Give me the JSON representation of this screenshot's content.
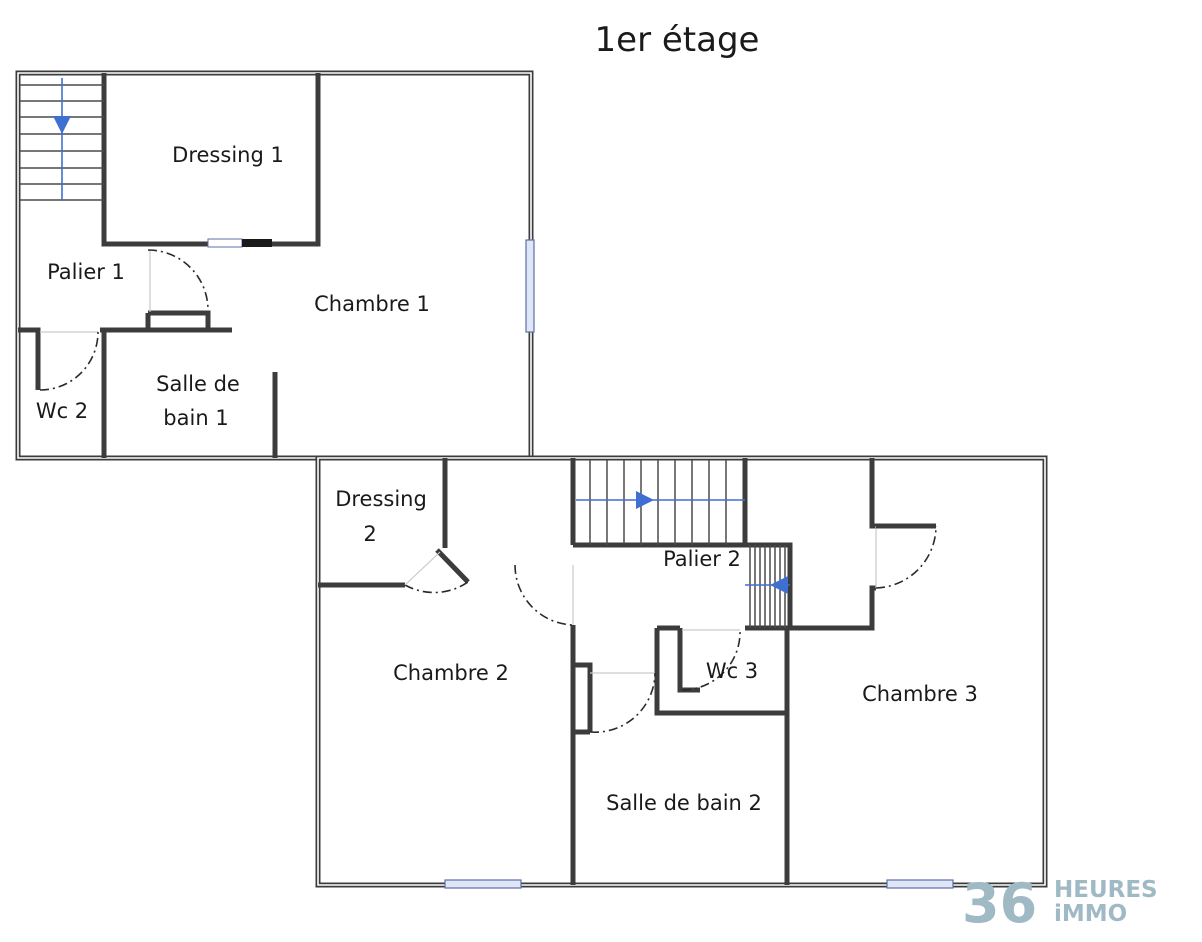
{
  "title": "1er étage",
  "rooms": {
    "dressing_1": "Dressing 1",
    "palier_1": "Palier 1",
    "chambre_1": "Chambre 1",
    "salle_de_bain_1_line1": "Salle de",
    "salle_de_bain_1_line2": "bain 1",
    "wc_2": "Wc 2",
    "dressing_2_line1": "Dressing",
    "dressing_2_line2": "2",
    "palier_2": "Palier 2",
    "chambre_2": "Chambre 2",
    "wc_3": "Wc 3",
    "chambre_3": "Chambre 3",
    "salle_de_bain_2": "Salle de bain 2"
  },
  "logo": {
    "number": "36",
    "line1": "HEURES",
    "line2": "iMMO"
  },
  "colors": {
    "wall": "#3c3c3c",
    "arrow": "#3f6fd1",
    "window": "#dfe6f5",
    "logo": "#9fb9c5"
  }
}
